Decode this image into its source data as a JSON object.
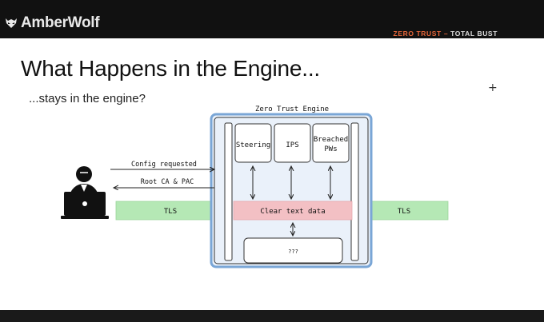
{
  "header": {
    "brand": "AmberWolf",
    "tagline_a": "ZERO TRUST",
    "tagline_sep": "–",
    "tagline_b": "TOTAL BUST"
  },
  "slide": {
    "title": "What Happens in the Engine...",
    "subtitle": "...stays in the engine?",
    "plus": "+"
  },
  "diagram": {
    "engine_label": "Zero Trust Engine",
    "modules": [
      "Steering",
      "IPS",
      "Breached",
      "PWs"
    ],
    "clear_text": "Clear text data",
    "unknown": "???",
    "tls_left": "TLS",
    "tls_right": "TLS",
    "config": "Config requested",
    "rootca": "Root CA & PAC"
  },
  "colors": {
    "tls_green": "#b5e8b5",
    "clear_pink": "#f3c0c4",
    "engine_blue": "#7aa6d6",
    "engine_fill": "#eaf1fa",
    "accent": "#e8673a"
  }
}
